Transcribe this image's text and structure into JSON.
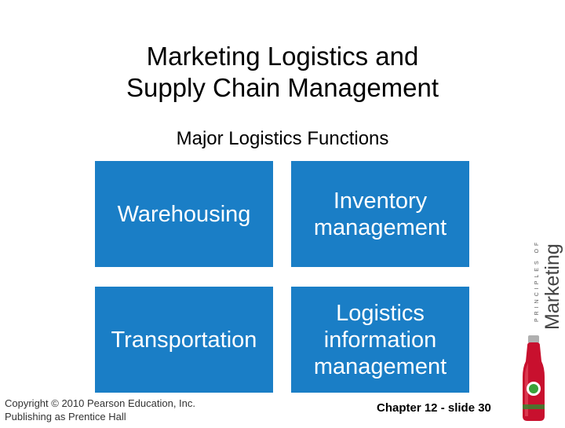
{
  "slide": {
    "title_line1": "Marketing Logistics and",
    "title_line2": "Supply Chain Management",
    "subtitle": "Major Logistics Functions"
  },
  "boxes": {
    "warehousing": [
      "Warehousing"
    ],
    "inventory": [
      "Inventory",
      "management"
    ],
    "transportation": [
      "Transportation"
    ],
    "logistics": [
      "Logistics",
      "information",
      "management"
    ]
  },
  "footer": {
    "copyright_line1": "Copyright © 2010 Pearson Education, Inc.",
    "copyright_line2": "Publishing as Prentice Hall",
    "slide_label": "Chapter 12 - slide 30"
  },
  "brand": {
    "small_text": "PRINCIPLES OF",
    "big_text": "Marketing"
  },
  "colors": {
    "box_blue": "#1a7ec6",
    "bottle_red": "#c8102e"
  }
}
